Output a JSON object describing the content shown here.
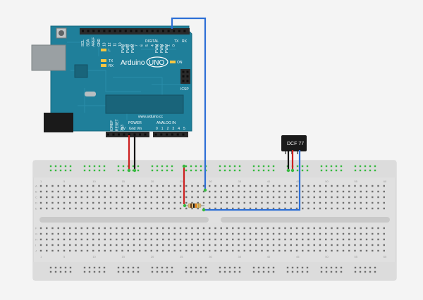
{
  "arduino": {
    "brand": "Arduino",
    "model": "UNO",
    "on_label": "ON",
    "icsp_label": "ICSP",
    "website": "www.arduino.cc",
    "digital_label": "DIGITAL",
    "pwm_label": "PWM",
    "power_label": "POWER",
    "analog_label": "ANALOG IN",
    "tx_label": "TX",
    "rx_label": "RX",
    "l_label": "L",
    "top_pin_labels": [
      "SCL",
      "SDA",
      "AREF",
      "GND",
      "13",
      "12",
      "11",
      "10",
      "9",
      "8",
      "7",
      "6",
      "5",
      "4",
      "3",
      "2",
      "1",
      "0"
    ],
    "power_pin_labels": [
      "IOREF",
      "RESET",
      "3V3",
      "5V",
      "Gnd",
      "Vin"
    ],
    "analog_pin_labels": [
      "0",
      "1",
      "2",
      "3",
      "4",
      "5"
    ],
    "tx_rx_pin_labels": [
      "TX",
      "RX"
    ]
  },
  "dcf77": {
    "label": "DCF 77"
  },
  "breadboard": {
    "column_numbers": [
      "1",
      "5",
      "10",
      "15",
      "20",
      "25",
      "30",
      "35",
      "40",
      "45",
      "50",
      "55",
      "60"
    ],
    "row_letters_top": [
      "A",
      "B",
      "C",
      "D",
      "E"
    ],
    "row_letters_bottom": [
      "F",
      "G",
      "H",
      "I",
      "J"
    ]
  },
  "colors": {
    "board": "#1f7f9a",
    "wire_red": "#cc1f1f",
    "wire_black": "#141414",
    "wire_blue": "#2d6fd6",
    "breadboard": "#dcdcdc",
    "hole_green": "#36b93f"
  }
}
